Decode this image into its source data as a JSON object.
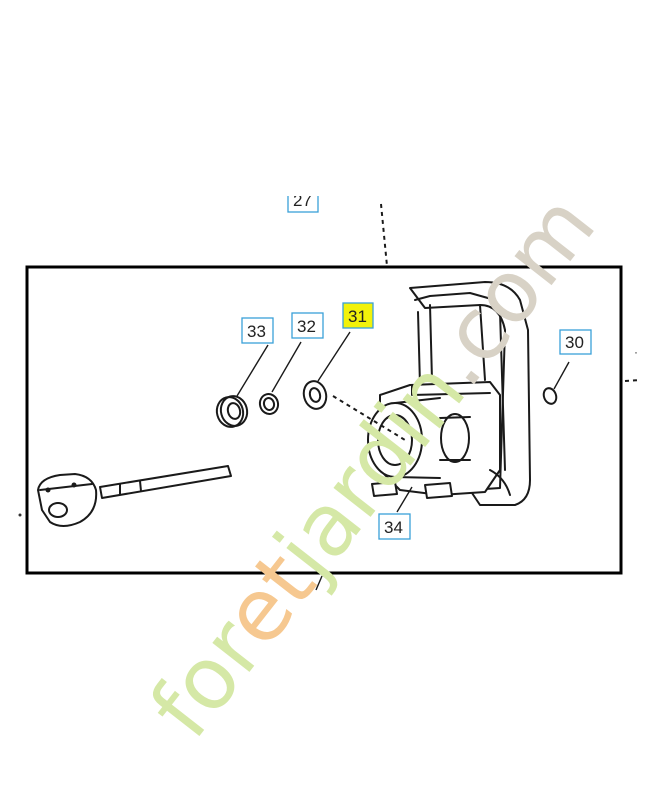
{
  "diagram": {
    "callouts": {
      "c27": "27",
      "c30": "30",
      "c31": "31",
      "c32": "32",
      "c33": "33",
      "c34": "34"
    },
    "highlighted_callout": "31",
    "highlight_color": "#f2f20a",
    "callout_border_color": "#3aa0d8"
  },
  "watermark": {
    "part1": "for",
    "part2": "et",
    "part3": "jardin",
    "part4": ".com",
    "colors": {
      "green": "#d5e8a6",
      "orange": "#f6c890",
      "grey": "#d8d2c6"
    }
  }
}
